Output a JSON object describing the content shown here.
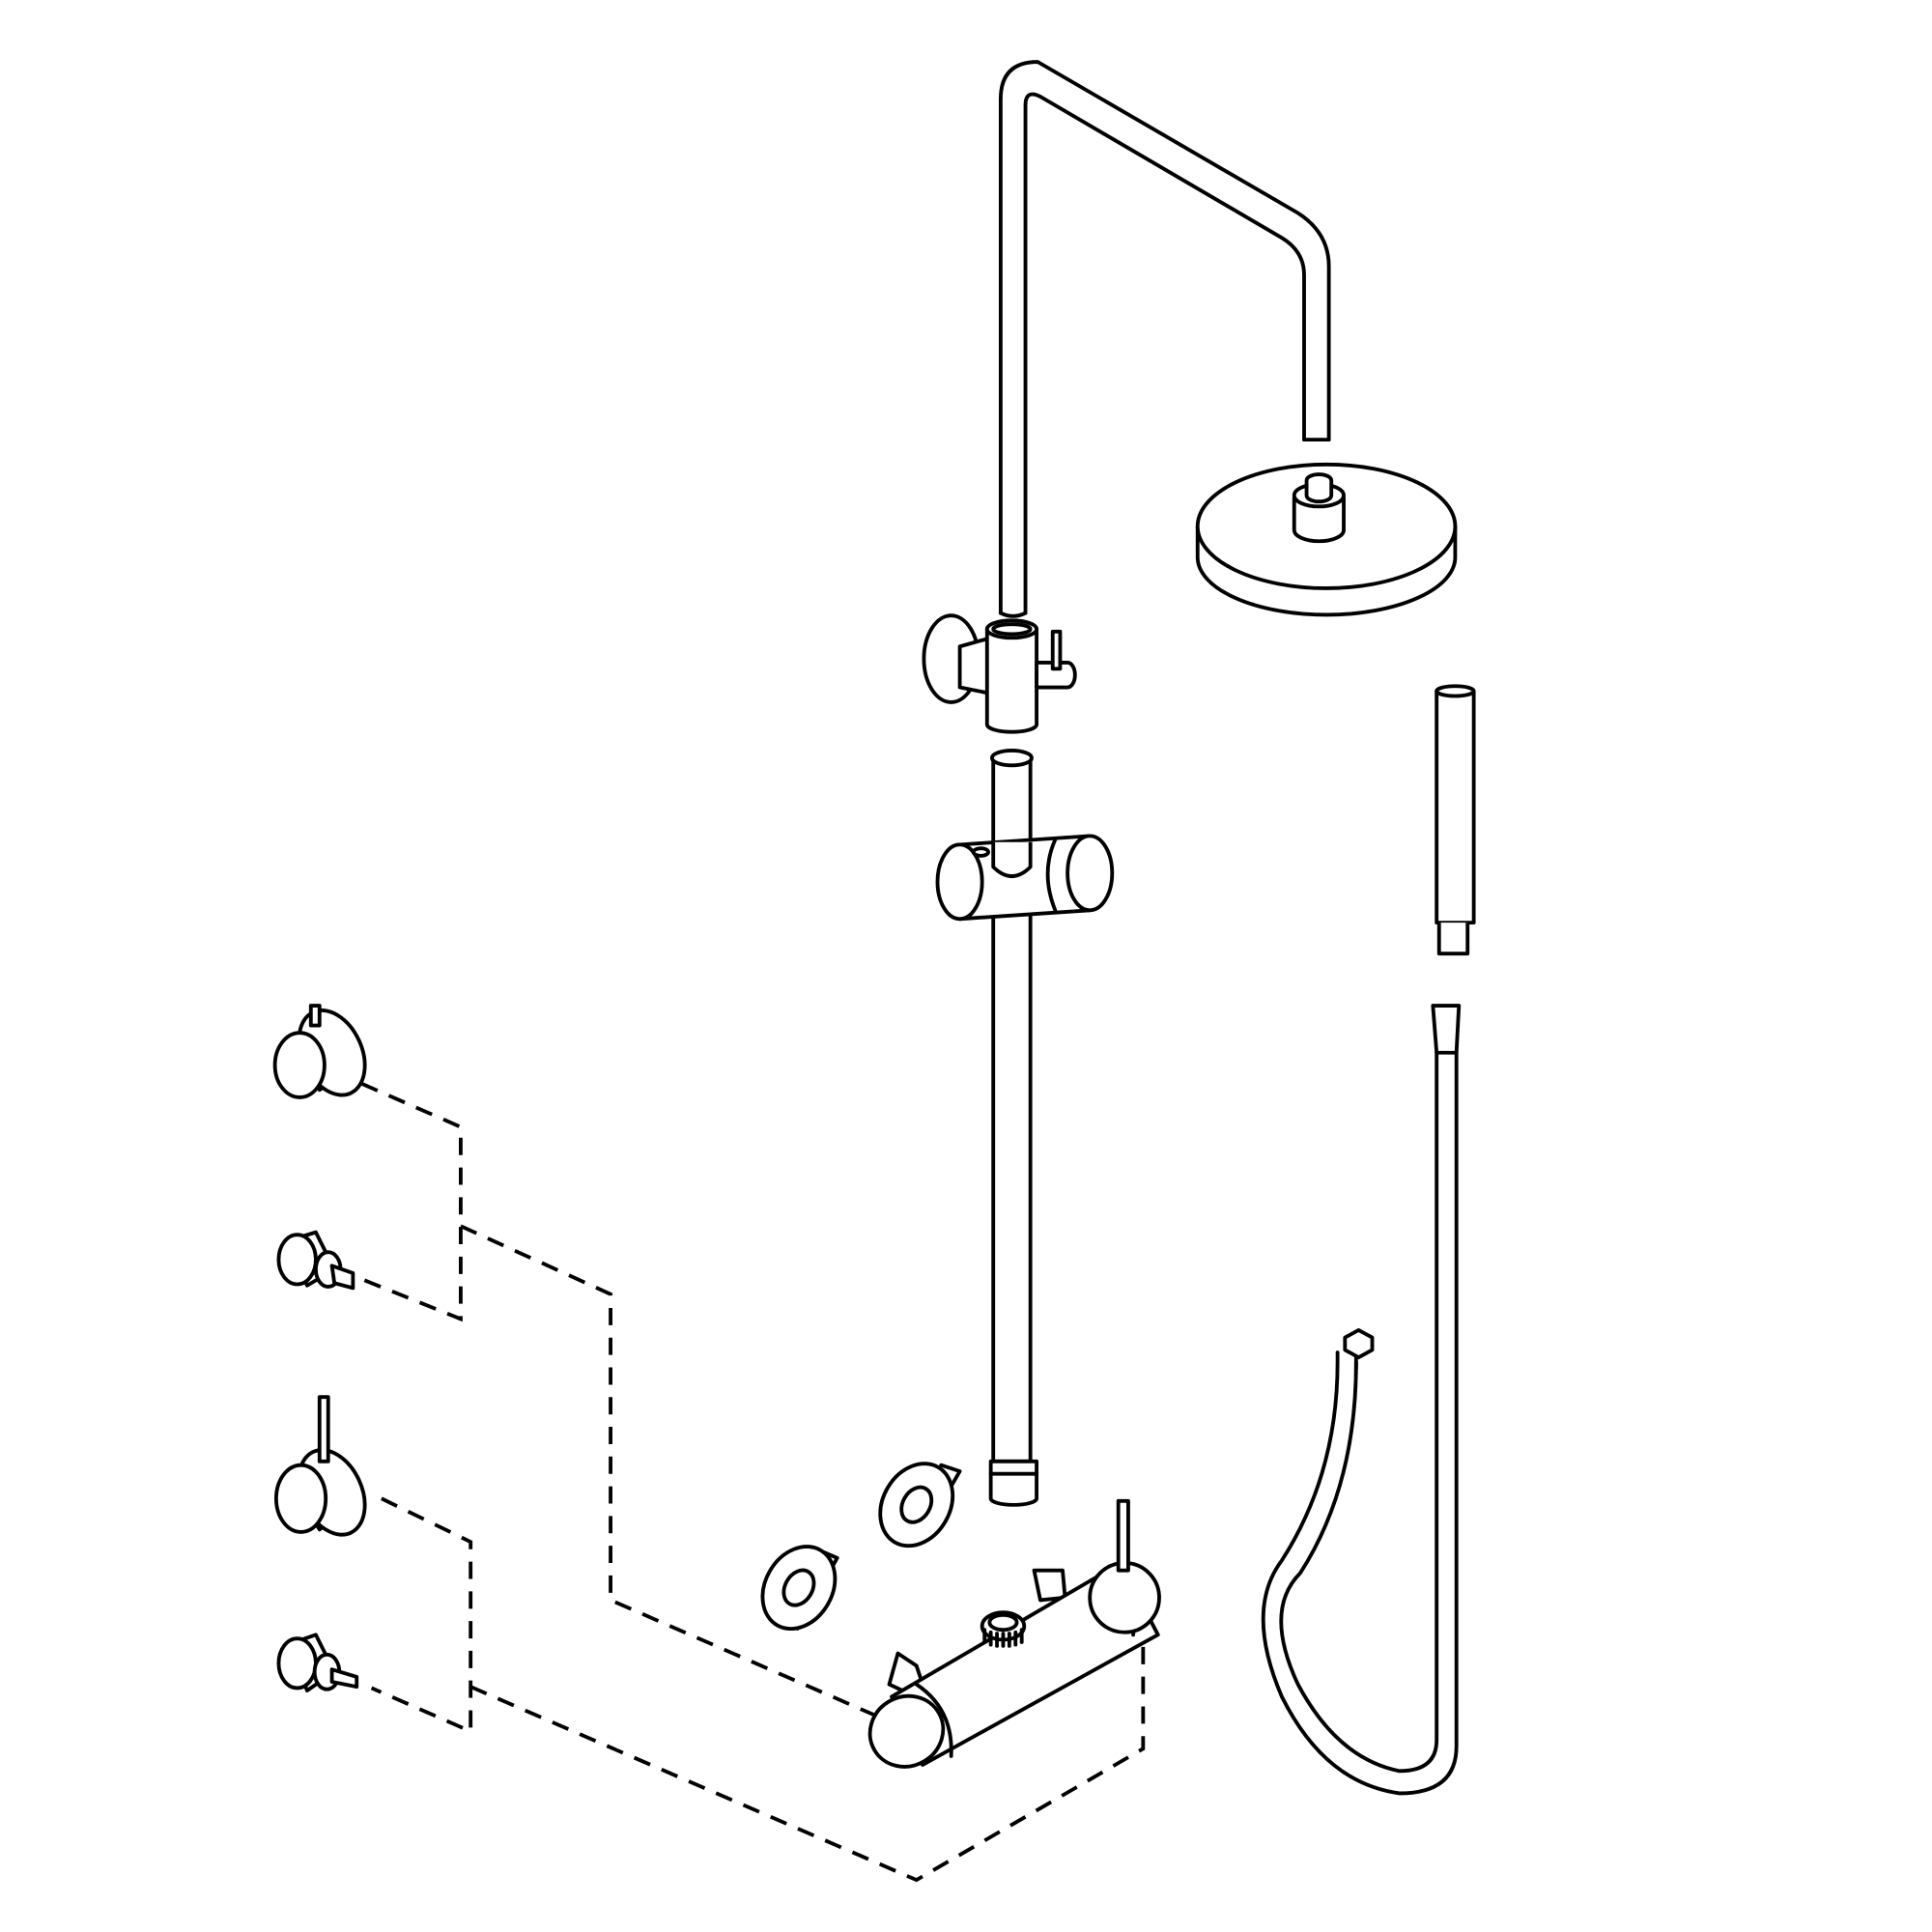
{
  "drawing": {
    "line_color": "#000000",
    "background": "#ffffff",
    "parts": [
      "overhead-arm",
      "shower-head",
      "diverter-bracket",
      "slide-rail",
      "rail-slider",
      "hand-shower",
      "shower-hose",
      "thermostatic-mixer",
      "wall-flanges",
      "control-knobs",
      "cartridges"
    ]
  }
}
